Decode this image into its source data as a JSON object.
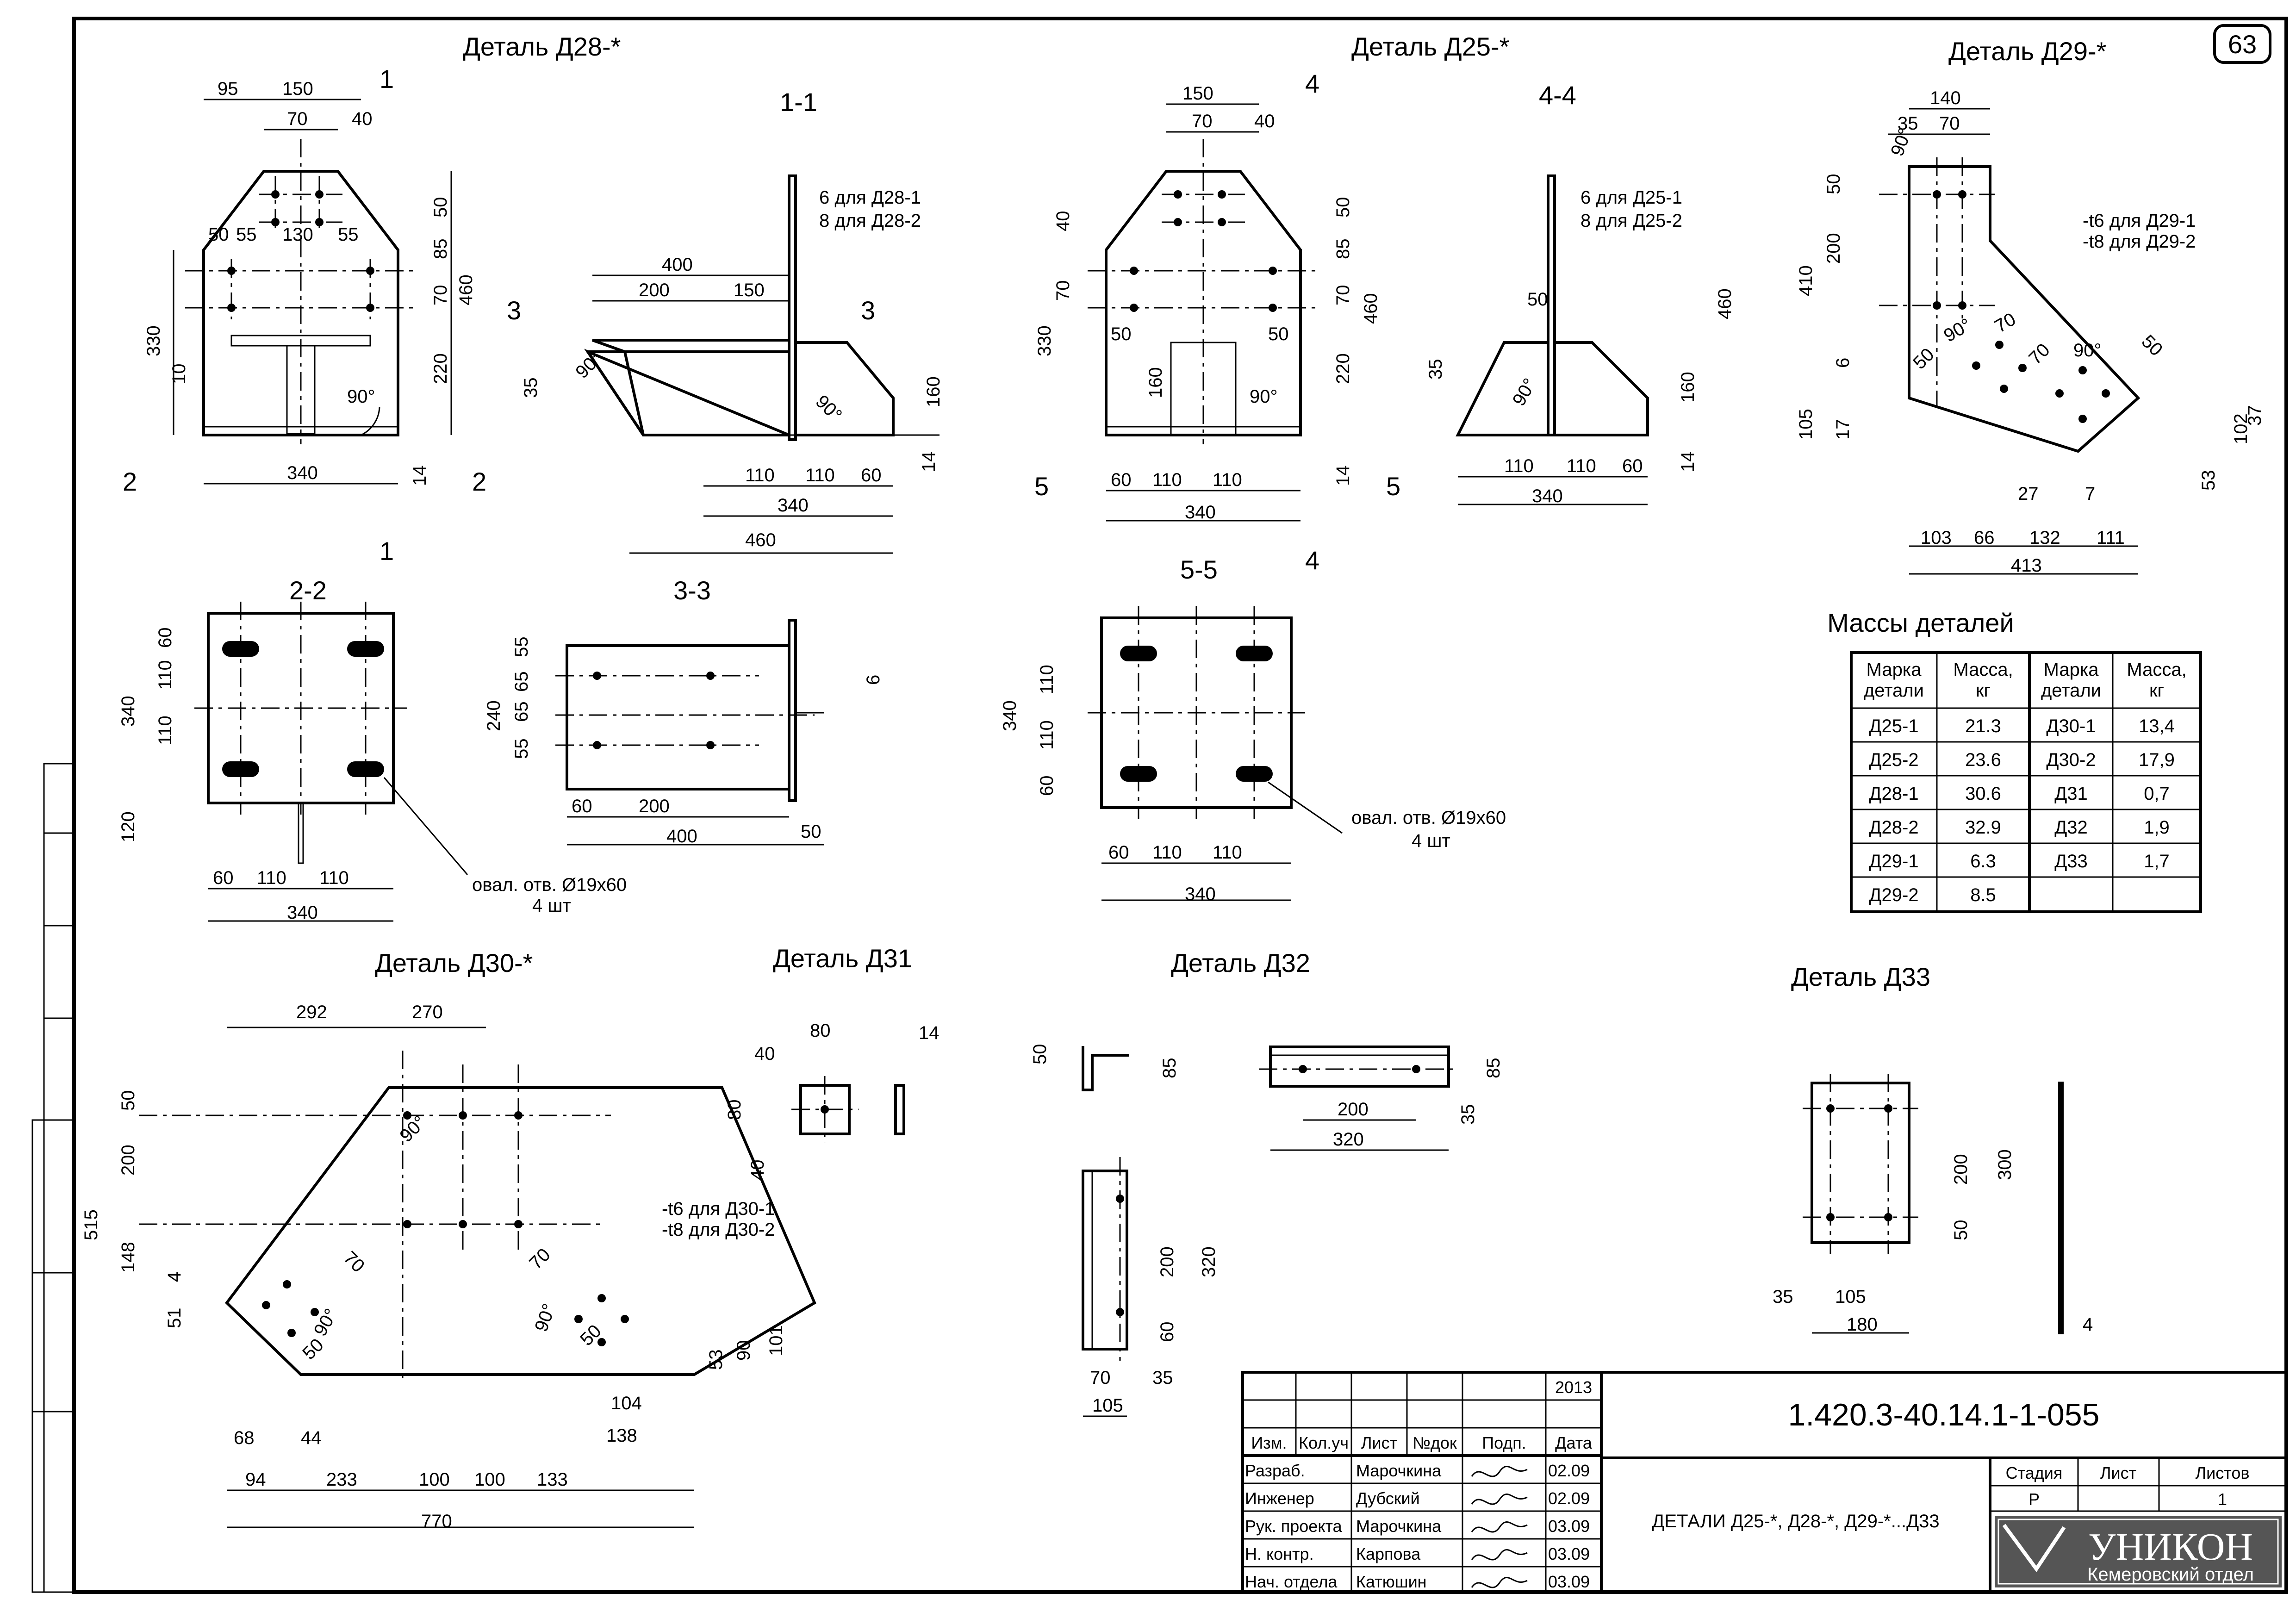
{
  "sheet_no": "63",
  "titles": {
    "d28": "Деталь Д28-*",
    "d25": "Деталь Д25-*",
    "d29": "Деталь Д29-*",
    "d30": "Деталь Д30-*",
    "d31": "Деталь Д31",
    "d32": "Деталь Д32",
    "d33": "Деталь Д33"
  },
  "sections": {
    "s11": "1-1",
    "s22": "2-2",
    "s33": "3-3",
    "s44": "4-4",
    "s55": "5-5"
  },
  "notes": {
    "t_d28_1": "6  для Д28-1",
    "t_d28_2": "8  для Д28-2",
    "t_d25_1": "6  для Д25-1",
    "t_d25_2": "8  для Д25-2",
    "t_d29_1": "-t6 для Д29-1",
    "t_d29_2": "-t8 для Д29-2",
    "t_d30_1": "-t6 для Д30-1",
    "t_d30_2": "-t8 для Д30-2",
    "oval": "овал. отв. Ø19х60",
    "qty": "4 шт"
  },
  "masses": {
    "title": "Массы деталей",
    "headers": [
      "Марка детали",
      "Масса, кг",
      "Марка детали",
      "Масса, кг"
    ],
    "rows": [
      [
        "Д25-1",
        "21.3",
        "Д30-1",
        "13,4"
      ],
      [
        "Д25-2",
        "23.6",
        "Д30-2",
        "17,9"
      ],
      [
        "Д28-1",
        "30.6",
        "Д31",
        "0,7"
      ],
      [
        "Д28-2",
        "32.9",
        "Д32",
        "1,9"
      ],
      [
        "Д29-1",
        "6.3",
        "Д33",
        "1,7"
      ],
      [
        "Д29-2",
        "8.5",
        "",
        ""
      ]
    ]
  },
  "title_block": {
    "doc_code": "1.420.3-40.14.1-1-055",
    "year": "2013",
    "col_headers": [
      "Изм.",
      "Кол.уч",
      "Лист",
      "№док",
      "Подп.",
      "Дата"
    ],
    "people": [
      {
        "role": "Разраб.",
        "name": "Марочкина",
        "date": "02.09"
      },
      {
        "role": "Инженер",
        "name": "Дубский",
        "date": "02.09"
      },
      {
        "role": "Рук. проекта",
        "name": "Марочкина",
        "date": "03.09"
      },
      {
        "role": "Н. контр.",
        "name": "Карпова",
        "date": "03.09"
      },
      {
        "role": "Нач. отдела",
        "name": "Катюшин",
        "date": "03.09"
      }
    ],
    "description": "ДЕТАЛИ Д25-*, Д28-*, Д29-*...Д33",
    "stage_label": "Стадия",
    "sheet_label": "Лист",
    "sheets_label": "Листов",
    "stage": "Р",
    "sheet": "",
    "sheets": "1",
    "org": "УНИКОН",
    "org_sub": "Кемеровский отдел"
  }
}
